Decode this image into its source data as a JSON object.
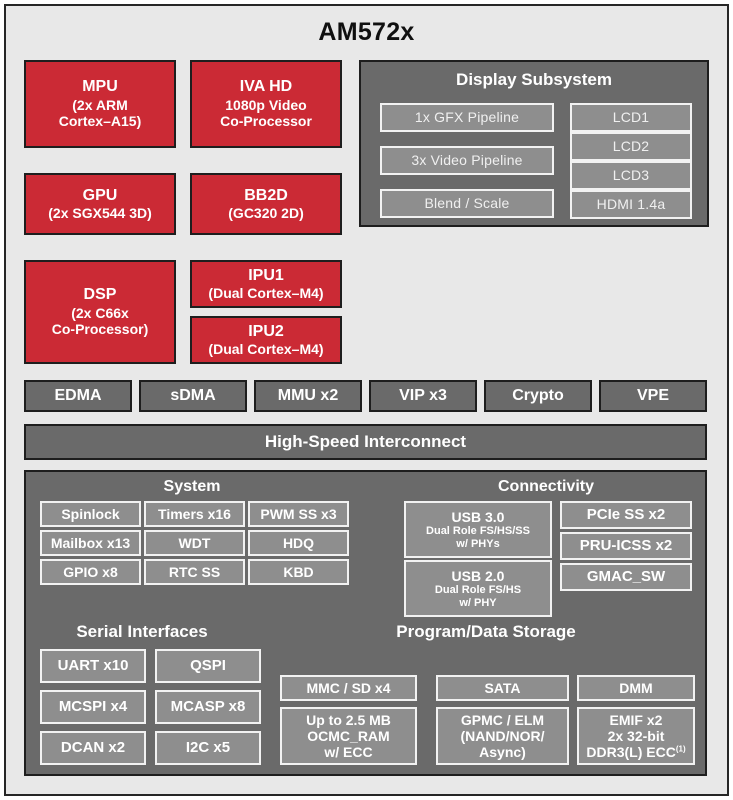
{
  "chip": {
    "title": "AM572x"
  },
  "colors": {
    "background": "#e8e8e8",
    "frame_border": "#262626",
    "processor_red": "#cb2a35",
    "container_grey": "#6a6a6a",
    "subblock_grey": "#8e8e8e",
    "outline_white": "#f2f2f2",
    "text_white": "#ffffff",
    "title_black": "#101010"
  },
  "processors": [
    {
      "name": "MPU",
      "sub": [
        "(2x ARM",
        "Cortex–A15)"
      ]
    },
    {
      "name": "IVA HD",
      "sub": [
        "1080p Video",
        "Co-Processor"
      ]
    },
    {
      "name": "GPU",
      "sub": [
        "(2x SGX544 3D)"
      ]
    },
    {
      "name": "BB2D",
      "sub": [
        "(GC320 2D)"
      ]
    },
    {
      "name": "DSP",
      "sub": [
        "(2x C66x",
        "Co-Processor)"
      ]
    },
    {
      "name": "IPU1",
      "sub": [
        "(Dual Cortex–M4)"
      ]
    },
    {
      "name": "IPU2",
      "sub": [
        "(Dual Cortex–M4)"
      ]
    }
  ],
  "display_subsystem": {
    "title": "Display Subsystem",
    "pipelines": [
      "1x GFX Pipeline",
      "3x Video Pipeline",
      "Blend / Scale"
    ],
    "outputs": [
      "LCD1",
      "LCD2",
      "LCD3",
      "HDMI 1.4a"
    ]
  },
  "accelerator_row": [
    "EDMA",
    "sDMA",
    "MMU x2",
    "VIP x3",
    "Crypto",
    "VPE"
  ],
  "interconnect": {
    "label": "High-Speed Interconnect"
  },
  "system": {
    "title": "System",
    "blocks": [
      "Spinlock",
      "Timers x16",
      "PWM SS x3",
      "Mailbox x13",
      "WDT",
      "HDQ",
      "GPIO x8",
      "RTC SS",
      "KBD"
    ]
  },
  "connectivity": {
    "title": "Connectivity",
    "usb": [
      {
        "name": "USB 3.0",
        "sub": [
          "Dual Role FS/HS/SS",
          "w/ PHYs"
        ]
      },
      {
        "name": "USB 2.0",
        "sub": [
          "Dual Role FS/HS",
          "w/ PHY"
        ]
      }
    ],
    "others": [
      "PCIe SS x2",
      "PRU-ICSS x2",
      "GMAC_SW"
    ]
  },
  "serial_interfaces": {
    "title": "Serial Interfaces",
    "blocks": [
      "UART x10",
      "QSPI",
      "MCSPI x4",
      "MCASP x8",
      "DCAN x2",
      "I2C x5"
    ]
  },
  "storage": {
    "title": "Program/Data Storage",
    "top_row": [
      "MMC / SD x4",
      "SATA",
      "DMM"
    ],
    "bottom_row": [
      {
        "lines": [
          "Up to 2.5 MB",
          "OCMC_RAM",
          "w/ ECC"
        ]
      },
      {
        "lines": [
          "GPMC / ELM",
          "(NAND/NOR/",
          "Async)"
        ]
      },
      {
        "lines": [
          "EMIF x2",
          "2x 32-bit",
          "DDR3(L) ECC"
        ],
        "superscript": "(1)"
      }
    ]
  }
}
